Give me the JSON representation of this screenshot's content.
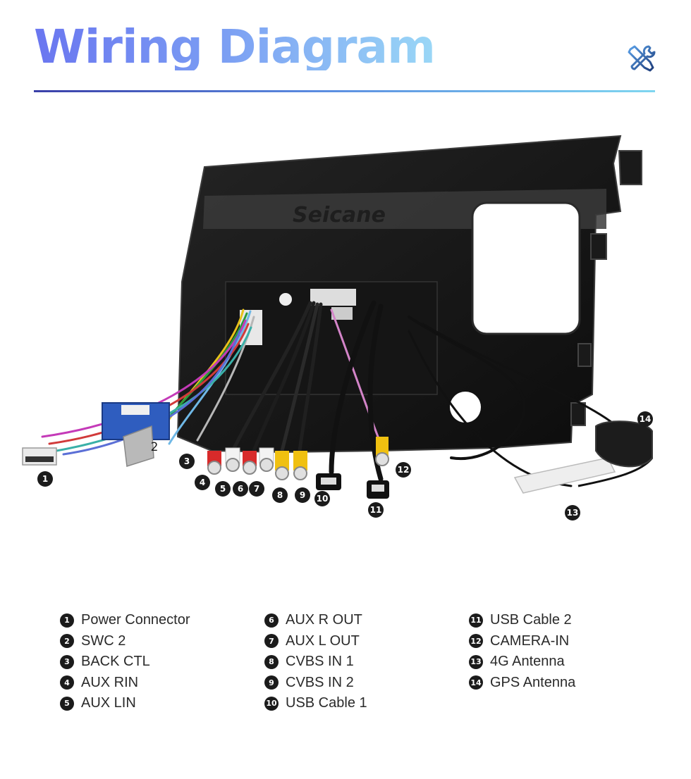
{
  "header": {
    "title": "Wiring Diagram",
    "icon": "tools-icon",
    "title_gradient": [
      "#6a76f0",
      "#9ad7f6"
    ],
    "rule_gradient": [
      "#3a3fa8",
      "#7fd6f0"
    ]
  },
  "device": {
    "brand": "Seicane"
  },
  "markers": [
    {
      "num": "1"
    },
    {
      "num": "2"
    },
    {
      "num": "3"
    },
    {
      "num": "4"
    },
    {
      "num": "5"
    },
    {
      "num": "6"
    },
    {
      "num": "7"
    },
    {
      "num": "8"
    },
    {
      "num": "9"
    },
    {
      "num": "10"
    },
    {
      "num": "11"
    },
    {
      "num": "12"
    },
    {
      "num": "13"
    },
    {
      "num": "14"
    }
  ],
  "legend": {
    "col1": [
      {
        "num": "1",
        "label": "Power Connector"
      },
      {
        "num": "2",
        "label": "SWC 2"
      },
      {
        "num": "3",
        "label": "BACK CTL"
      },
      {
        "num": "4",
        "label": "AUX RIN"
      },
      {
        "num": "5",
        "label": "AUX LIN"
      }
    ],
    "col2": [
      {
        "num": "6",
        "label": "AUX R OUT"
      },
      {
        "num": "7",
        "label": "AUX L OUT"
      },
      {
        "num": "8",
        "label": "CVBS IN 1"
      },
      {
        "num": "9",
        "label": "CVBS IN 2"
      },
      {
        "num": "10",
        "label": "USB Cable 1"
      }
    ],
    "col3": [
      {
        "num": "11",
        "label": "USB Cable 2"
      },
      {
        "num": "12",
        "label": "CAMERA-IN"
      },
      {
        "num": "13",
        "label": "4G Antenna"
      },
      {
        "num": "14",
        "label": "GPS Antenna"
      }
    ]
  }
}
